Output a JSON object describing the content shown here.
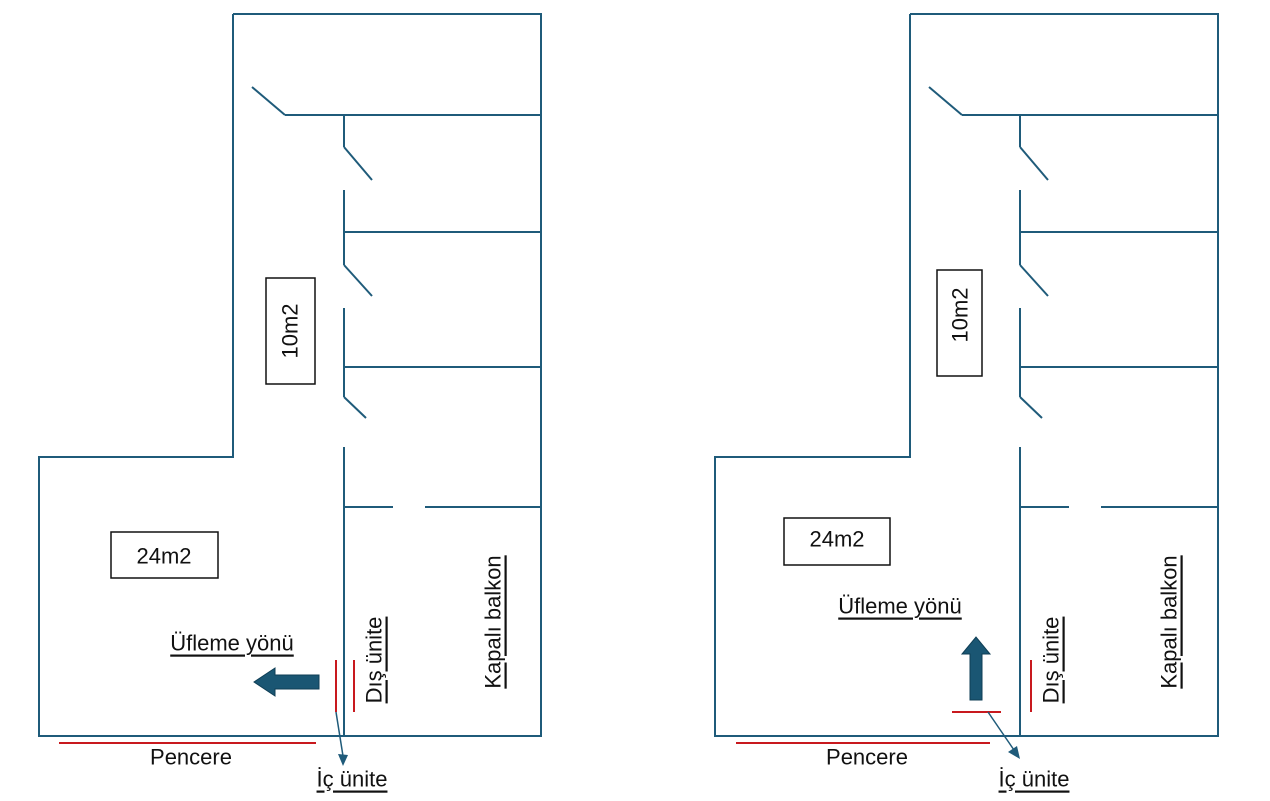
{
  "plans": [
    {
      "room_small": "10m2",
      "room_large": "24m2",
      "airflow": "Üfleme yönü",
      "outdoor_unit": "Dış ünite",
      "balcony": "Kapalı balkon",
      "window": "Pencere",
      "indoor_unit": "İç ünite",
      "airflow_direction": "left"
    },
    {
      "room_small": "10m2",
      "room_large": "24m2",
      "airflow": "Üfleme yönü",
      "outdoor_unit": "Dış ünite",
      "balcony": "Kapalı balkon",
      "window": "Pencere",
      "indoor_unit": "İç ünite",
      "airflow_direction": "up"
    }
  ],
  "colors": {
    "wall": "#1f5b7a",
    "marker": "#c8191e",
    "arrow": "#1a5673"
  }
}
